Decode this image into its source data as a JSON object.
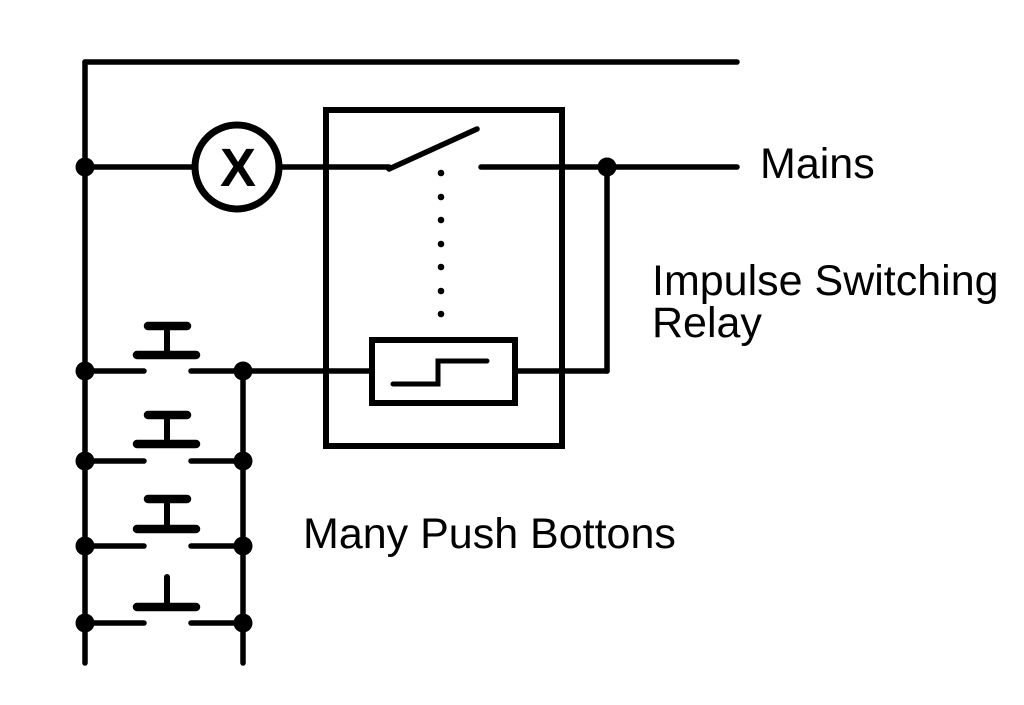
{
  "diagram": {
    "type": "circuit-schematic",
    "labels": {
      "mains": "Mains",
      "impulse_relay": {
        "line1": "Impulse Switching",
        "line2": "Relay"
      },
      "push_buttons": "Many Push Bottons",
      "lamp_symbol": "X"
    },
    "components": {
      "lamp": "lamp-with-x-symbol",
      "relay": "impulse-switching-relay",
      "relay_parts": [
        "switch-contact",
        "dotted-mechanical-link",
        "coil-with-step-symbol"
      ],
      "push_button_count": 4,
      "dotted_link_dot_count": 7
    },
    "colors": {
      "line": "#000000",
      "background": "#ffffff"
    }
  }
}
